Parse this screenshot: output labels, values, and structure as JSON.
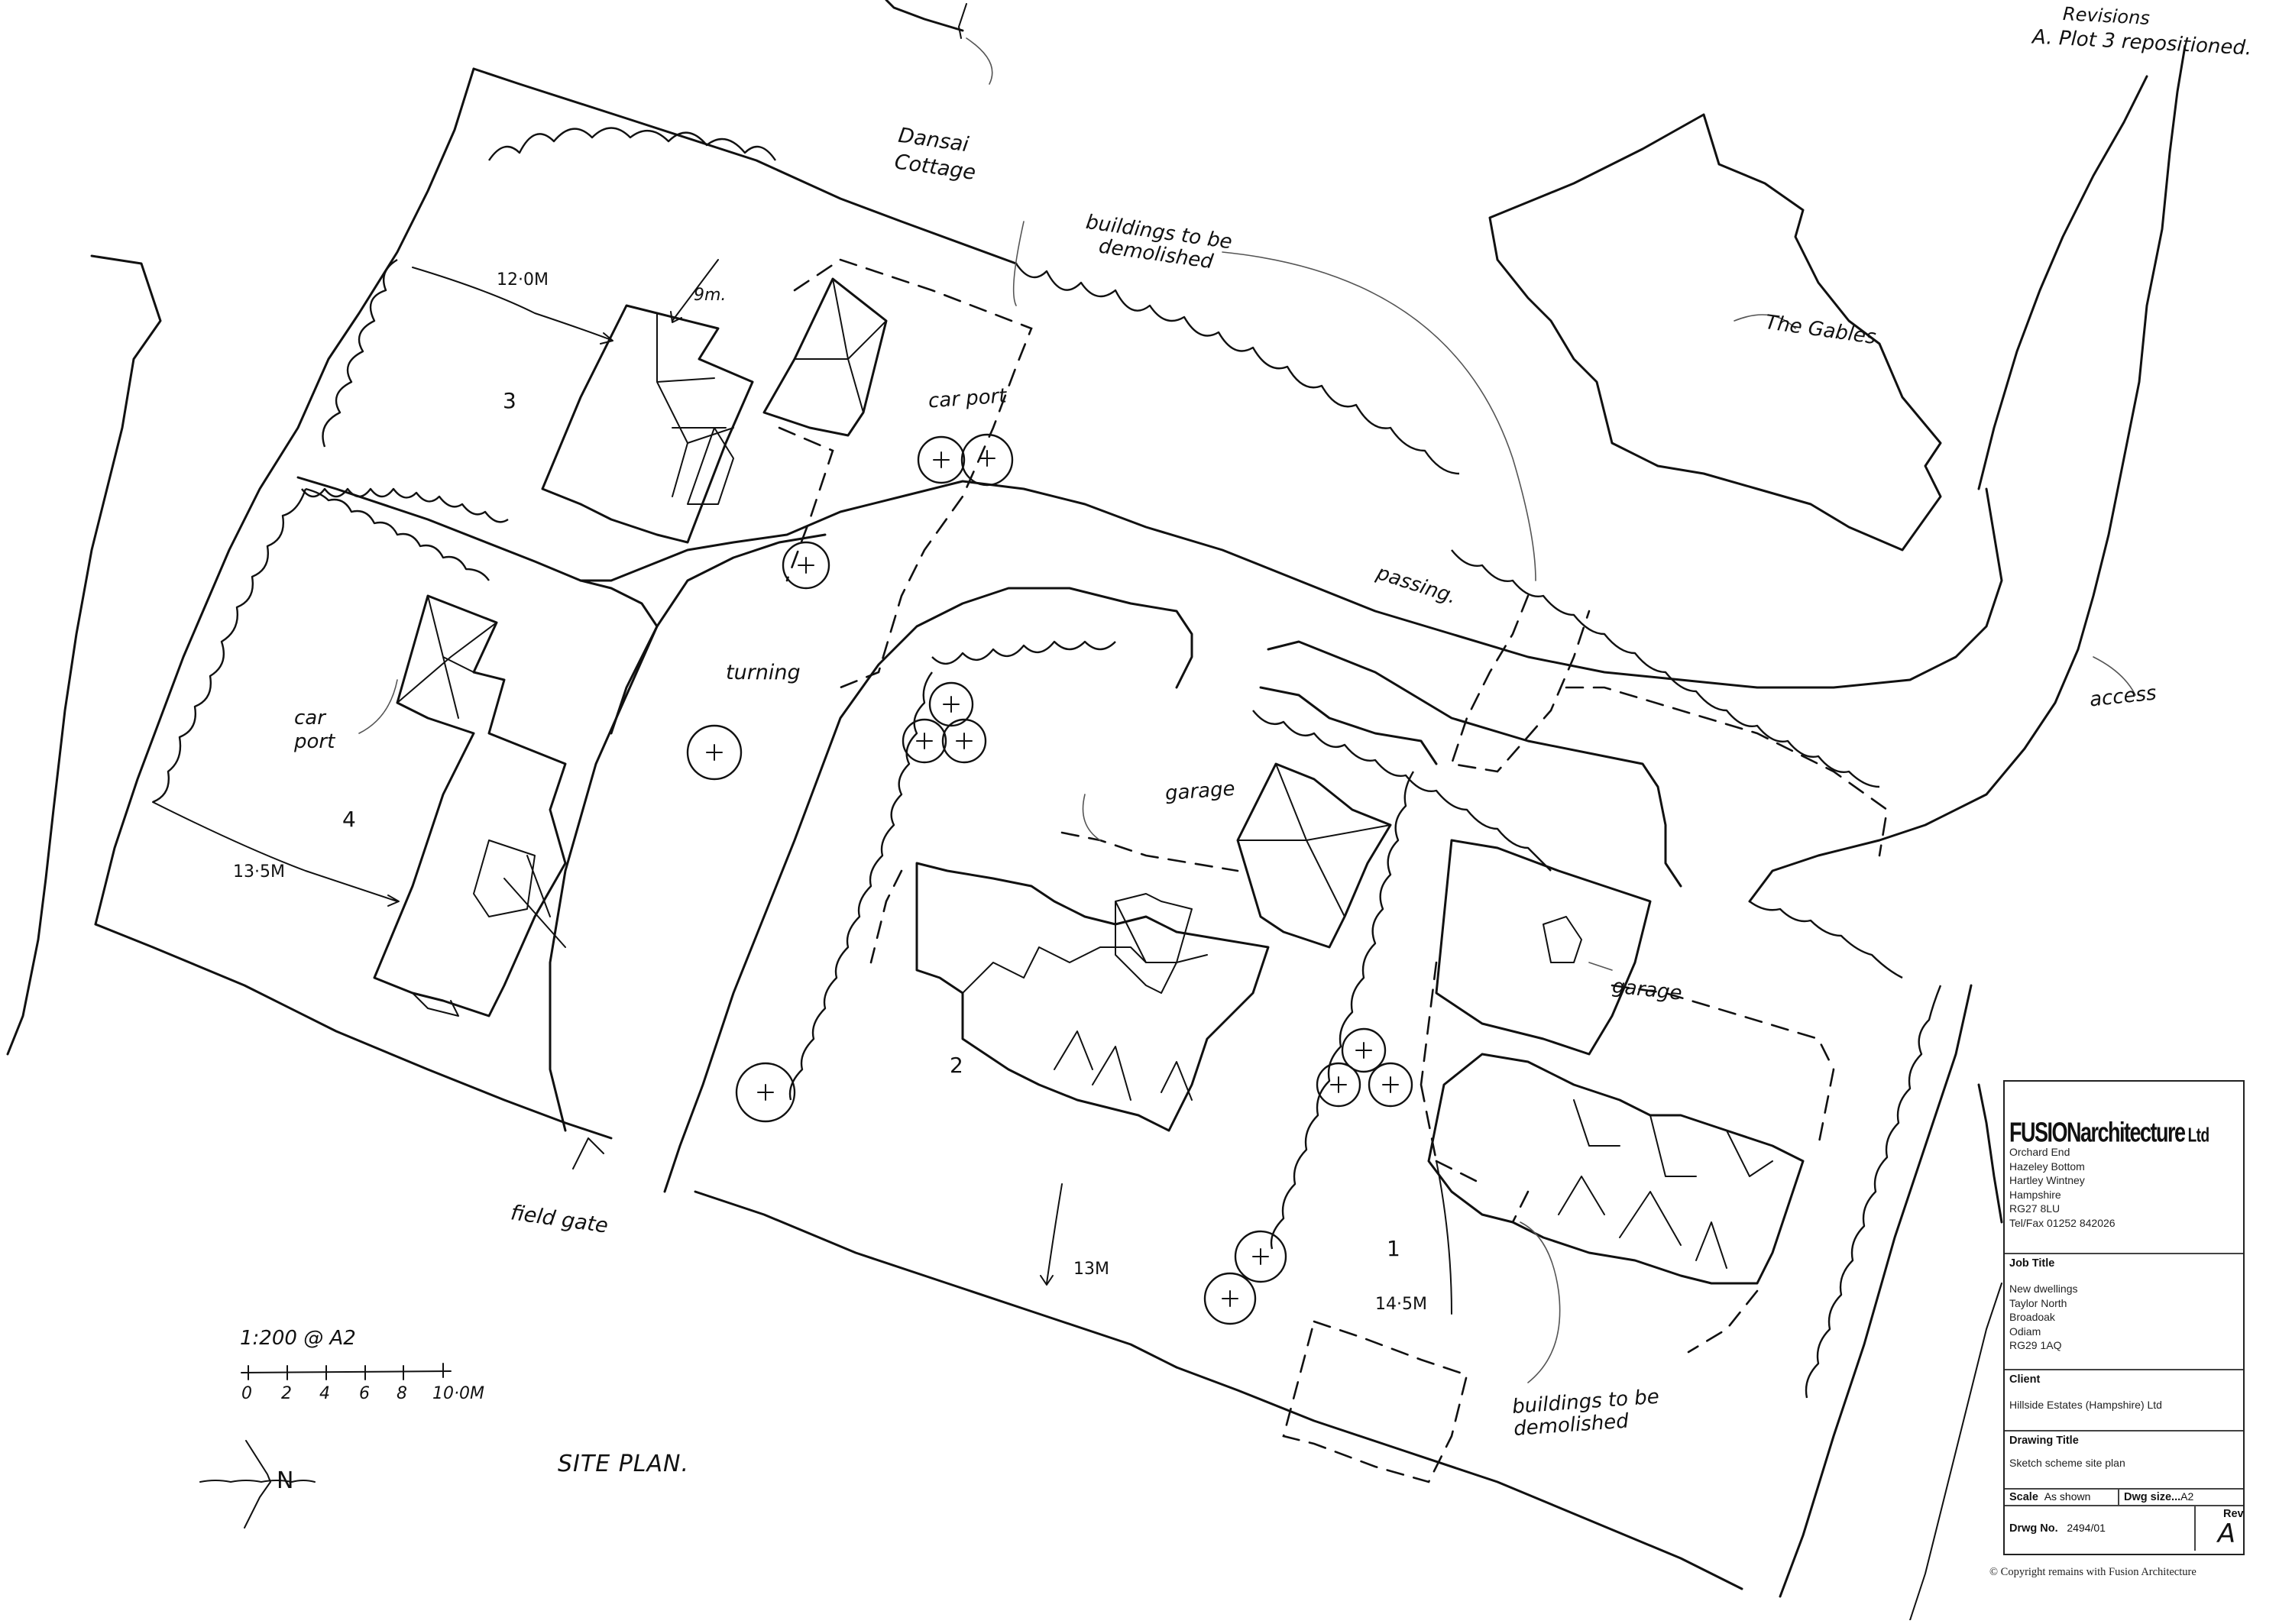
{
  "drawing": {
    "title": "SITE PLAN.",
    "scale_note": "1:200 @ A2",
    "scale_bar": {
      "ticks": [
        "0",
        "2",
        "4",
        "6",
        "8",
        "10·0M"
      ],
      "unit": "m"
    },
    "north_arrow": {
      "label": "N"
    },
    "revisions": {
      "heading": "Revisions",
      "items": [
        "A. Plot 3 repositioned."
      ]
    },
    "neighbours": {
      "dansai_cottage": "Dansai\nCottage",
      "the_gables": "The Gables"
    },
    "plots": [
      {
        "number": "3",
        "dimension": "12·0M",
        "setback": "9m."
      },
      {
        "number": "4",
        "dimension": "13·5M",
        "note": "car port"
      },
      {
        "number": "2",
        "dimension": "13M",
        "note": "garage"
      },
      {
        "number": "1",
        "dimension": "14·5M",
        "note": "garage"
      }
    ],
    "annotations": {
      "demolish_north": "buildings to be demolished",
      "demolish_south": "buildings to be demolished",
      "car_port_north": "car port",
      "car_port_west": "car port",
      "turning": "turning",
      "passing": "passing.",
      "access": "access",
      "field_gate": "field gate",
      "garage_plot2": "garage",
      "garage_plot1": "garage"
    }
  },
  "title_block": {
    "company": "FUSIONarchitecture",
    "company_suffix": "Ltd",
    "address": [
      "Orchard End",
      "Hazeley Bottom",
      "Hartley Wintney",
      "Hampshire",
      "RG27 8LU",
      "Tel/Fax 01252 842026"
    ],
    "job_title_label": "Job Title",
    "job_title": [
      "New dwellings",
      "Taylor North",
      "Broadoak",
      "Odiam",
      "RG29 1AQ"
    ],
    "client_label": "Client",
    "client": "Hillside Estates (Hampshire) Ltd",
    "drawing_title_label": "Drawing Title",
    "drawing_title": "Sketch scheme site plan",
    "scale_label": "Scale",
    "scale_value": "As shown",
    "dwg_size_label": "Dwg size...",
    "dwg_size_value": "A2",
    "drwg_no_label": "Drwg No.",
    "drwg_no_value": "2494/01",
    "rev_label": "Rev",
    "rev_value": "A"
  },
  "copyright": "© Copyright remains with Fusion Architecture"
}
